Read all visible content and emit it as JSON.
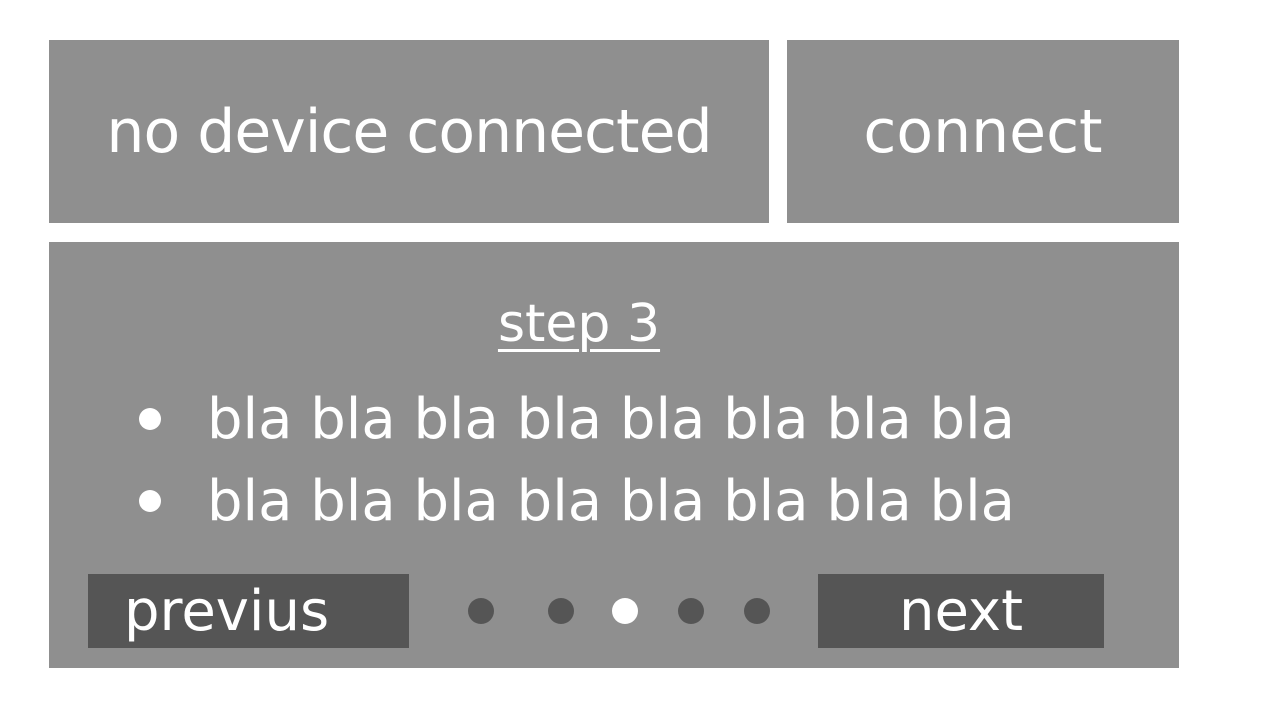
{
  "status": {
    "text": "no device connected"
  },
  "connect_button": {
    "label": "connect"
  },
  "step": {
    "title": "step 3",
    "bullets": [
      "bla bla bla bla bla bla bla bla",
      "bla bla bla bla bla bla bla bla"
    ]
  },
  "navigation": {
    "previous_label": "previus",
    "next_label": "next",
    "total_steps": 5,
    "current_step": 3
  },
  "colors": {
    "panel": "#8f8f8f",
    "nav_button": "#555555",
    "text": "#ffffff",
    "dot_inactive": "#555555",
    "dot_active": "#ffffff"
  }
}
